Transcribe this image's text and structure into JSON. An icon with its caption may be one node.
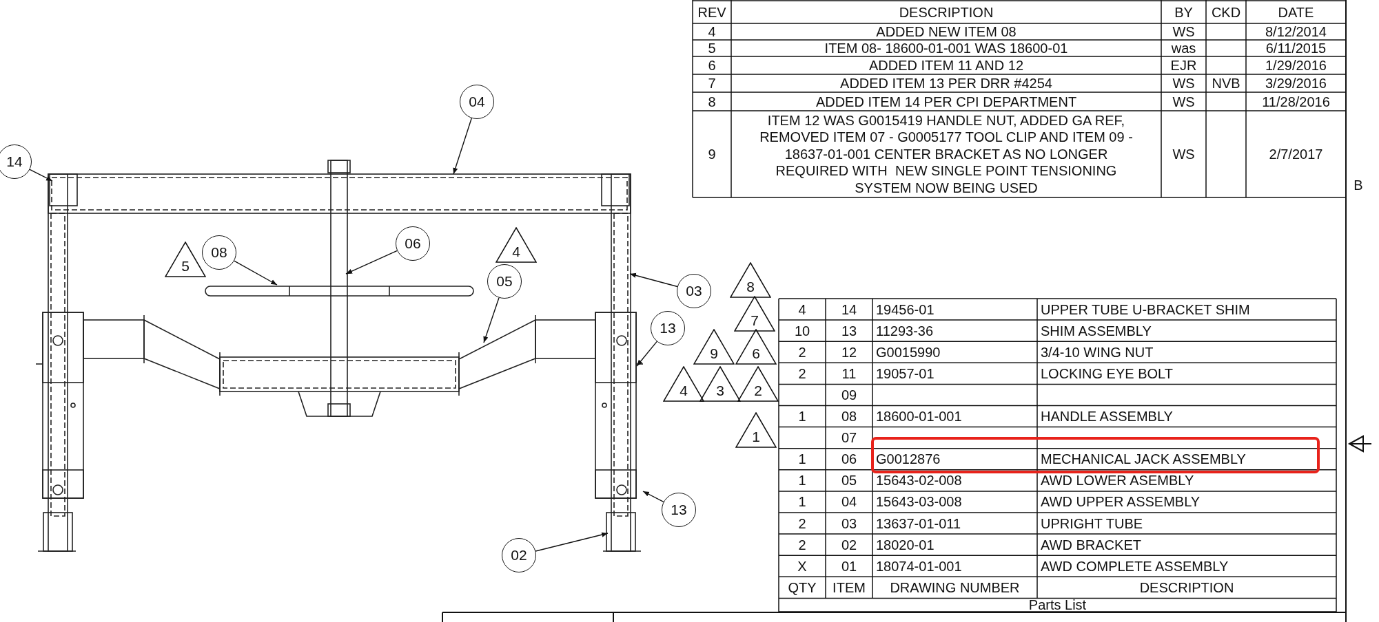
{
  "diagram": {
    "nodes": [
      {
        "text": [
          "14"
        ]
      },
      {
        "text": [
          "04"
        ]
      },
      {
        "text": [
          "08"
        ]
      },
      {
        "text": [
          "06"
        ]
      },
      {
        "text": [
          "05"
        ]
      },
      {
        "text": [
          "03"
        ]
      },
      {
        "text": [
          "13"
        ]
      },
      {
        "text": [
          "13"
        ]
      },
      {
        "text": [
          "02"
        ]
      }
    ],
    "edges": [
      {
        "from": 0,
        "to": null,
        "arrow": "to"
      },
      {
        "from": 1,
        "to": null,
        "arrow": "to"
      },
      {
        "from": 2,
        "to": null,
        "arrow": "to"
      },
      {
        "from": 3,
        "to": null,
        "arrow": "to"
      },
      {
        "from": 4,
        "to": null,
        "arrow": "to"
      },
      {
        "from": 5,
        "to": null,
        "arrow": "to"
      },
      {
        "from": 6,
        "to": null,
        "arrow": "to"
      },
      {
        "from": 7,
        "to": null,
        "arrow": "to"
      },
      {
        "from": 8,
        "to": null,
        "arrow": "to"
      }
    ],
    "labels": [
      "REV",
      "DESCRIPTION",
      "BY",
      "CKD",
      "DATE",
      "4",
      "ADDED NEW ITEM 08",
      "WS",
      "8/12/2014",
      "5",
      "ITEM 08- 18600-01-001 WAS 18600-01",
      "was",
      "6/11/2015",
      "6",
      "ADDED ITEM 11 AND 12",
      "EJR",
      "1/29/2016",
      "7",
      "ADDED ITEM 13 PER DRR #4254",
      "WS",
      "NVB",
      "3/29/2016",
      "8",
      "ADDED ITEM 14 PER CPI DEPARTMENT",
      "WS",
      "11/28/2016",
      "9",
      "ITEM 12 WAS G0015419 HANDLE NUT, ADDED GA REF, REMOVED ITEM 07 - G0005177 TOOL CLIP AND ITEM 09 - 18637-01-001 CENTER BRACKET AS NO LONGER REQUIRED WITH  NEW SINGLE POINT TENSIONING SYSTEM NOW BEING USED",
      "WS",
      "2/7/2017",
      "B",
      "5",
      "4",
      "8",
      "7",
      "9",
      "6",
      "4",
      "3",
      "2",
      "1",
      "4",
      "14",
      "19456-01",
      "UPPER TUBE U-BRACKET SHIM",
      "10",
      "13",
      "11293-36",
      "SHIM ASSEMBLY",
      "2",
      "12",
      "G0015990",
      "3/4-10 WING NUT",
      "2",
      "11",
      "19057-01",
      "LOCKING EYE BOLT",
      "09",
      "1",
      "08",
      "18600-01-001",
      "HANDLE ASSEMBLY",
      "07",
      "1",
      "06",
      "G0012876",
      "MECHANICAL JACK ASSEMBLY",
      "1",
      "05",
      "15643-02-008",
      "AWD LOWER ASEMBLY",
      "1",
      "04",
      "15643-03-008",
      "AWD UPPER ASSEMBLY",
      "2",
      "03",
      "13637-01-011",
      "UPRIGHT TUBE",
      "2",
      "02",
      "18020-01",
      "AWD BRACKET",
      "X",
      "01",
      "18074-01-001",
      "AWD COMPLETE ASSEMBLY",
      "QTY",
      "ITEM",
      "DRAWING NUMBER",
      "DESCRIPTION",
      "Parts List"
    ]
  }
}
